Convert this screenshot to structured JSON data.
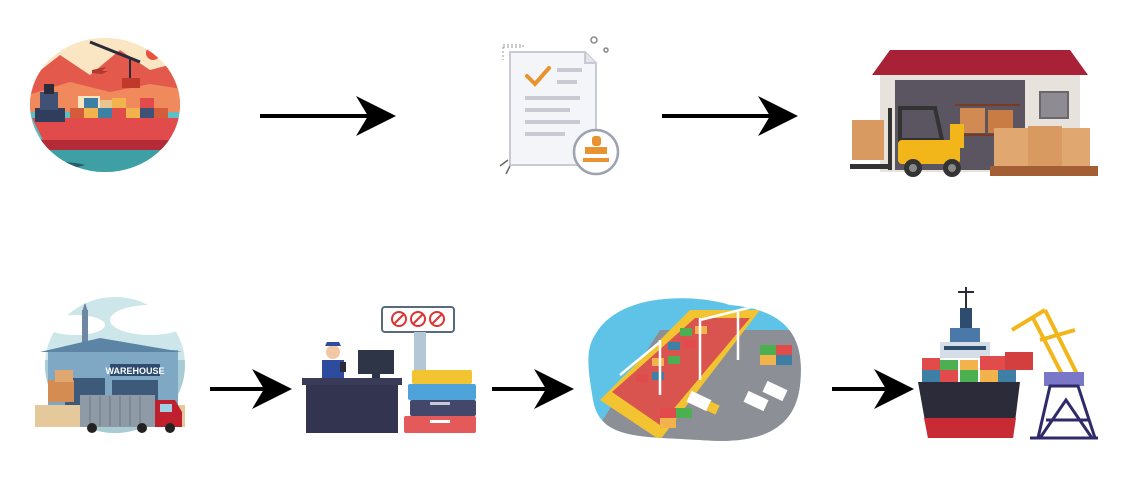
{
  "diagram": {
    "steps": [
      {
        "id": "ship-export",
        "icon": "cargo-ship-port-icon"
      },
      {
        "id": "customs-document",
        "icon": "approved-document-stamp-icon"
      },
      {
        "id": "warehouse-forklift",
        "icon": "warehouse-forklift-icon"
      },
      {
        "id": "warehouse-truck",
        "icon": "warehouse-truck-icon",
        "sign_text": "WAREHOUSE"
      },
      {
        "id": "customs-checkpoint",
        "icon": "customs-officer-luggage-icon"
      },
      {
        "id": "container-port",
        "icon": "container-terminal-icon"
      },
      {
        "id": "ship-loading",
        "icon": "container-ship-crane-icon"
      }
    ],
    "arrows": [
      {
        "from": "ship-export",
        "to": "customs-document"
      },
      {
        "from": "customs-document",
        "to": "warehouse-forklift"
      },
      {
        "from": "warehouse-truck",
        "to": "customs-checkpoint"
      },
      {
        "from": "customs-checkpoint",
        "to": "container-port"
      },
      {
        "from": "container-port",
        "to": "ship-loading"
      }
    ],
    "colors": {
      "arrow": "#000000",
      "accent_orange": "#e8932f",
      "roof_red": "#b3243a",
      "sea_teal": "#5ebfc2"
    }
  }
}
